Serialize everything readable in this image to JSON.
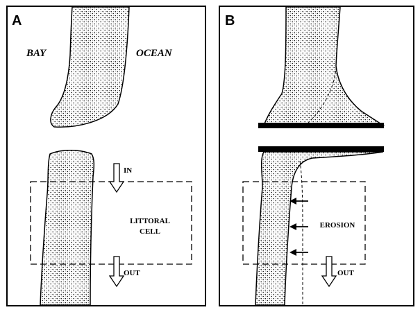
{
  "panel_a": {
    "letter": "A",
    "bay_label": "BAY",
    "ocean_label": "OCEAN",
    "in_label": "IN",
    "cell_label_line1": "LITTORAL",
    "cell_label_line2": "CELL",
    "out_label": "OUT"
  },
  "panel_b": {
    "letter": "B",
    "erosion_label": "EROSION",
    "out_label": "OUT"
  },
  "colors": {
    "sand_stipple": "#000000",
    "outline": "#000000",
    "background": "#ffffff"
  }
}
